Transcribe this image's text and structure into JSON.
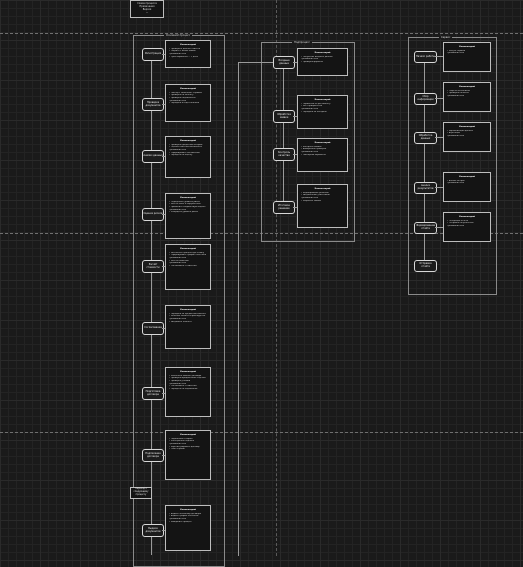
{
  "top_note": [
    "Схема процесса",
    "Примечания",
    "Версия",
    "—"
  ],
  "side_note": [
    "Переход к",
    "следующему",
    "процессу"
  ],
  "frame1": {
    "title": "Основной процесс",
    "steps": [
      {
        "label": "Регистрация"
      },
      {
        "label": "Проверка документов"
      },
      {
        "label": "Анализ данных"
      },
      {
        "label": "Оценка рисков"
      },
      {
        "label": "Расчёт стоимости"
      },
      {
        "label": "Согласование"
      },
      {
        "label": "Подготовка договора"
      },
      {
        "label": "Подписание договора"
      },
      {
        "label": "Выдача документов"
      }
    ],
    "notes": [
      {
        "heading": "Комментарий",
        "lines": [
          "• Проверить данные клиента",
          "• Сверить с базой заявок",
          "Требования SLA",
          "• Срок обработки — 1 день"
        ]
      },
      {
        "heading": "Комментарий",
        "lines": [
          "• Паспорт, заявление, справки",
          "• Проверка на полноту",
          "• Проверка подлинности",
          "Требования SLA",
          "• Передача в отдел анализа"
        ]
      },
      {
        "heading": "Комментарий",
        "lines": [
          "• Проверка кредитной истории",
          "• Оценка платёжеспособности",
          "Требования SLA",
          "• Сформировать заключение",
          "• Передать на оценку"
        ]
      },
      {
        "heading": "Комментарий",
        "lines": [
          "• Определить уровень риска",
          "• Учесть залог и поручителей",
          "• Применить скоринговую модель",
          "Требования SLA",
          "• Утвердить уровень риска"
        ]
      },
      {
        "heading": "Комментарий",
        "lines": [
          "• Рассчитать процентную ставку",
          "• Сформировать график платежей",
          "Требования SLA",
          "• Учесть комиссии",
          "Требования SLA",
          "• Согласовать с клиентом"
        ]
      },
      {
        "heading": "Комментарий",
        "lines": [
          "• Передача на кредитный комитет",
          "• Решение комитета фиксируется",
          "Требования SLA",
          "• Уведомить клиента"
        ]
      },
      {
        "heading": "Комментарий",
        "lines": [
          "• Заполнить шаблон договора",
          "• Проверка юридическим отделом",
          "• Проверка условий",
          "Требования SLA",
          "• Согласовать с клиентом",
          "• Передать на подписание"
        ]
      },
      {
        "heading": "Комментарий",
        "lines": [
          "• Подписание в офисе",
          "• Электронная подпись",
          "Требования SLA",
          "• Зарегистрировать договор",
          "• Скан в архив"
        ]
      },
      {
        "heading": "Комментарий",
        "lines": [
          "• Выдать экземпляр договора",
          "• Выдать график платежей",
          "Требования SLA",
          "• Завершить процесс"
        ]
      }
    ]
  },
  "frame2": {
    "title": "Подпроцесс",
    "steps": [
      {
        "label": "Входные данные"
      },
      {
        "label": "Обработка заявки"
      },
      {
        "label": "Контроль качества"
      },
      {
        "label": "Итоговое решение"
      }
    ],
    "notes": [
      {
        "heading": "Комментарий",
        "lines": [
          "• Получение входных данных",
          "Требования SLA",
          "• Проверка формата"
        ]
      },
      {
        "heading": "Комментарий",
        "lines": [
          "• Обработка по регламенту",
          "• Учёт приоритетов",
          "Требования SLA",
          "• Передача на контроль"
        ]
      },
      {
        "heading": "Комментарий",
        "lines": [
          "• Контроль ошибок",
          "• Выборочная проверка",
          "Требования SLA",
          "• Повторная обработка"
        ]
      },
      {
        "heading": "Комментарий",
        "lines": [
          "• Формирование решения",
          "• Уведомление участников",
          "Требования SLA",
          "• Закрытие заявки"
        ]
      }
    ]
  },
  "frame3": {
    "title": "Сервис",
    "steps": [
      {
        "label": "Начало работы"
      },
      {
        "label": "Сбор информации"
      },
      {
        "label": "Обработка данных"
      },
      {
        "label": "Анализ результатов"
      },
      {
        "label": "Формирование отчёта"
      },
      {
        "label": "Отправка отчёта"
      }
    ],
    "notes": [
      {
        "heading": "Комментарий",
        "lines": [
          "• Запуск сервиса",
          "Требования SLA"
        ]
      },
      {
        "heading": "Комментарий",
        "lines": [
          "• Сбор из источников",
          "• Проверка полноты",
          "Требования SLA"
        ]
      },
      {
        "heading": "Комментарий",
        "lines": [
          "• Нормализация данных",
          "• Агрегация",
          "Требования SLA"
        ]
      },
      {
        "heading": "Комментарий",
        "lines": [
          "• Анализ метрик",
          "Требования SLA"
        ]
      },
      {
        "heading": "Комментарий",
        "lines": [
          "• Генерация отчёта",
          "• Отправка получателям",
          "Требования SLA"
        ]
      }
    ]
  }
}
